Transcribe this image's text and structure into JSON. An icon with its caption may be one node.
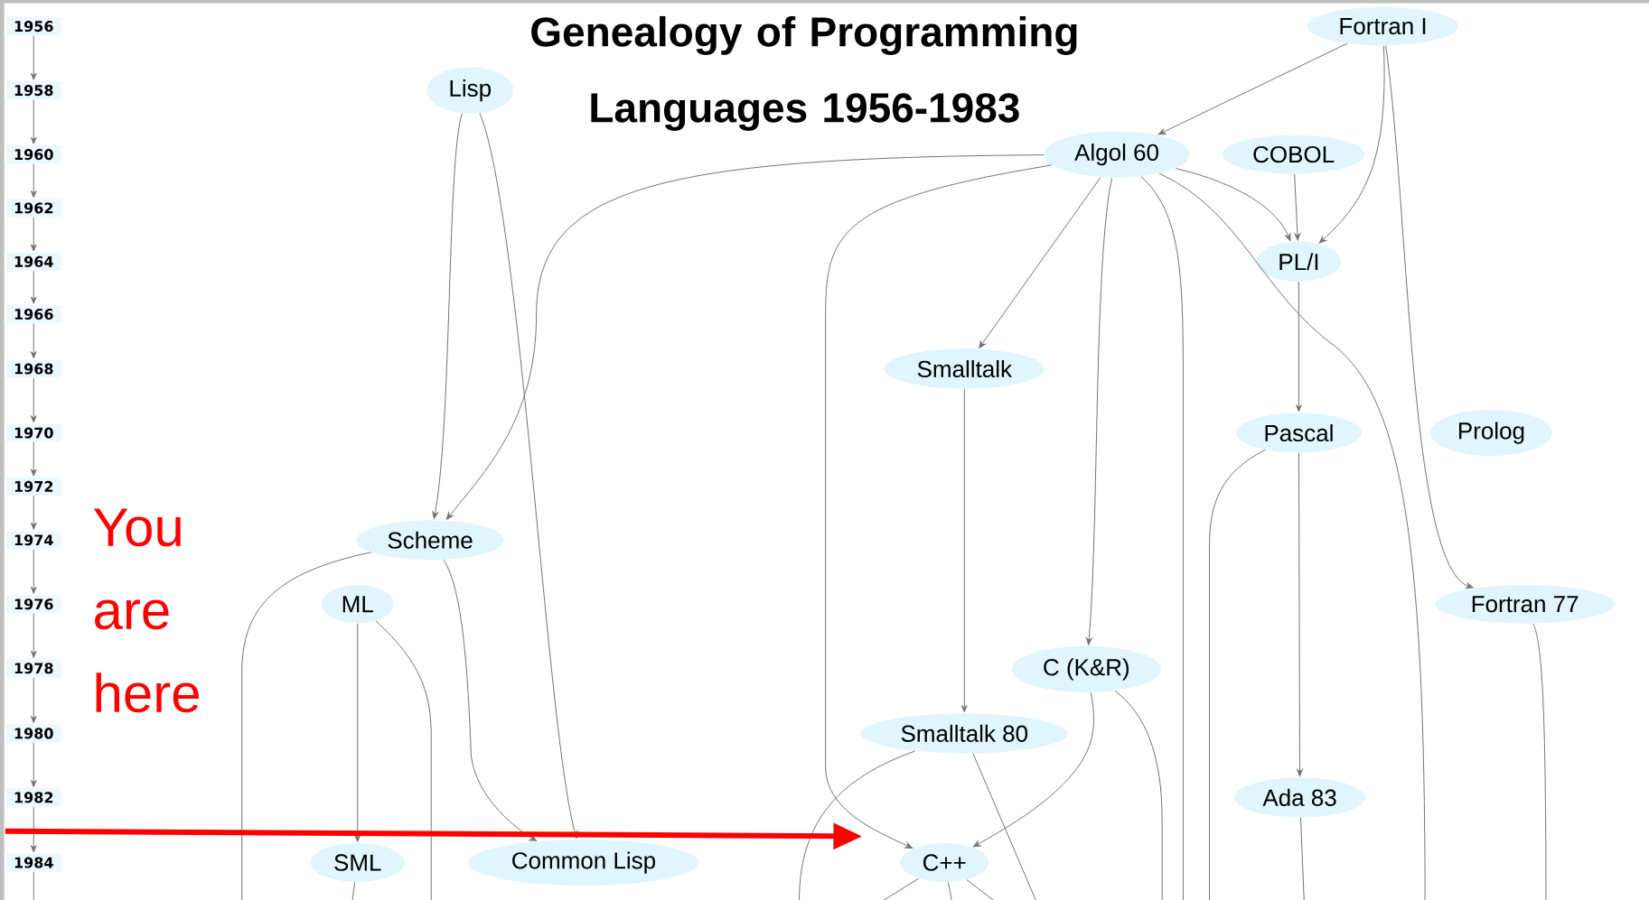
{
  "diagram": {
    "title": "Genealogy of Programming Languages 1956-1983",
    "nodes": [
      {
        "text": [
          "1956"
        ]
      },
      {
        "text": [
          "1958"
        ]
      },
      {
        "text": [
          "1960"
        ]
      },
      {
        "text": [
          "1962"
        ]
      },
      {
        "text": [
          "1964"
        ]
      },
      {
        "text": [
          "1966"
        ]
      },
      {
        "text": [
          "1968"
        ]
      },
      {
        "text": [
          "1970"
        ]
      },
      {
        "text": [
          "1972"
        ]
      },
      {
        "text": [
          "1974"
        ]
      },
      {
        "text": [
          "1976"
        ]
      },
      {
        "text": [
          "1978"
        ]
      },
      {
        "text": [
          "1980"
        ]
      },
      {
        "text": [
          "1982"
        ]
      },
      {
        "text": [
          "1984"
        ]
      },
      {
        "text": [
          "Fortran I"
        ]
      },
      {
        "text": [
          "Lisp"
        ]
      },
      {
        "text": [
          "Algol 60"
        ]
      },
      {
        "text": [
          "COBOL"
        ]
      },
      {
        "text": [
          "PL/I"
        ]
      },
      {
        "text": [
          "Smalltalk"
        ]
      },
      {
        "text": [
          "Pascal"
        ]
      },
      {
        "text": [
          "Prolog"
        ]
      },
      {
        "text": [
          "Scheme"
        ]
      },
      {
        "text": [
          "ML"
        ]
      },
      {
        "text": [
          "Fortran 77"
        ]
      },
      {
        "text": [
          "C (K&R)"
        ]
      },
      {
        "text": [
          "Smalltalk 80"
        ]
      },
      {
        "text": [
          "Ada 83"
        ]
      },
      {
        "text": [
          "SML"
        ]
      },
      {
        "text": [
          "Common Lisp"
        ]
      },
      {
        "text": [
          "C++"
        ]
      }
    ],
    "edges": [
      {
        "from": 0,
        "to": 1,
        "arrow": "to"
      },
      {
        "from": 1,
        "to": 2,
        "arrow": "to"
      },
      {
        "from": 2,
        "to": 3,
        "arrow": "to"
      },
      {
        "from": 3,
        "to": 4,
        "arrow": "to"
      },
      {
        "from": 4,
        "to": 5,
        "arrow": "to"
      },
      {
        "from": 5,
        "to": 6,
        "arrow": "to"
      },
      {
        "from": 6,
        "to": 7,
        "arrow": "to"
      },
      {
        "from": 7,
        "to": 8,
        "arrow": "to"
      },
      {
        "from": 8,
        "to": 9,
        "arrow": "to"
      },
      {
        "from": 9,
        "to": 10,
        "arrow": "to"
      },
      {
        "from": 10,
        "to": 11,
        "arrow": "to"
      },
      {
        "from": 11,
        "to": 12,
        "arrow": "to"
      },
      {
        "from": 12,
        "to": 13,
        "arrow": "to"
      },
      {
        "from": 13,
        "to": 14,
        "arrow": "to"
      },
      {
        "from": 14,
        "to": null,
        "arrow": "none"
      },
      {
        "from": 15,
        "to": 17,
        "arrow": "to"
      },
      {
        "from": 15,
        "to": 19,
        "arrow": "to"
      },
      {
        "from": 15,
        "to": 25,
        "arrow": "to"
      },
      {
        "from": 16,
        "to": 23,
        "arrow": "to"
      },
      {
        "from": 16,
        "to": 30,
        "arrow": "to"
      },
      {
        "from": 17,
        "to": 23,
        "arrow": "to"
      },
      {
        "from": 17,
        "to": 31,
        "arrow": "to"
      },
      {
        "from": 17,
        "to": 20,
        "arrow": "to"
      },
      {
        "from": 17,
        "to": 26,
        "arrow": "to"
      },
      {
        "from": 17,
        "to": 19,
        "arrow": "to"
      },
      {
        "from": 17,
        "to": null,
        "arrow": "none"
      },
      {
        "from": 17,
        "to": null,
        "arrow": "none"
      },
      {
        "from": 18,
        "to": 19,
        "arrow": "to"
      },
      {
        "from": 19,
        "to": 21,
        "arrow": "to"
      },
      {
        "from": 21,
        "to": 28,
        "arrow": "to"
      },
      {
        "from": 21,
        "to": null,
        "arrow": "none"
      },
      {
        "from": 20,
        "to": 27,
        "arrow": "to"
      },
      {
        "from": 23,
        "to": 30,
        "arrow": "to"
      },
      {
        "from": 23,
        "to": null,
        "arrow": "none"
      },
      {
        "from": 24,
        "to": 29,
        "arrow": "to"
      },
      {
        "from": 24,
        "to": null,
        "arrow": "none"
      },
      {
        "from": 25,
        "to": null,
        "arrow": "none"
      },
      {
        "from": 26,
        "to": 31,
        "arrow": "to"
      },
      {
        "from": 26,
        "to": null,
        "arrow": "none"
      },
      {
        "from": 27,
        "to": null,
        "arrow": "none"
      },
      {
        "from": 27,
        "to": null,
        "arrow": "none"
      },
      {
        "from": 28,
        "to": null,
        "arrow": "none"
      },
      {
        "from": 29,
        "to": null,
        "arrow": "none"
      },
      {
        "from": 31,
        "to": null,
        "arrow": "none"
      },
      {
        "from": 31,
        "to": null,
        "arrow": "none"
      },
      {
        "from": 31,
        "to": null,
        "arrow": "none"
      }
    ],
    "labels": [
      "You are here"
    ]
  }
}
